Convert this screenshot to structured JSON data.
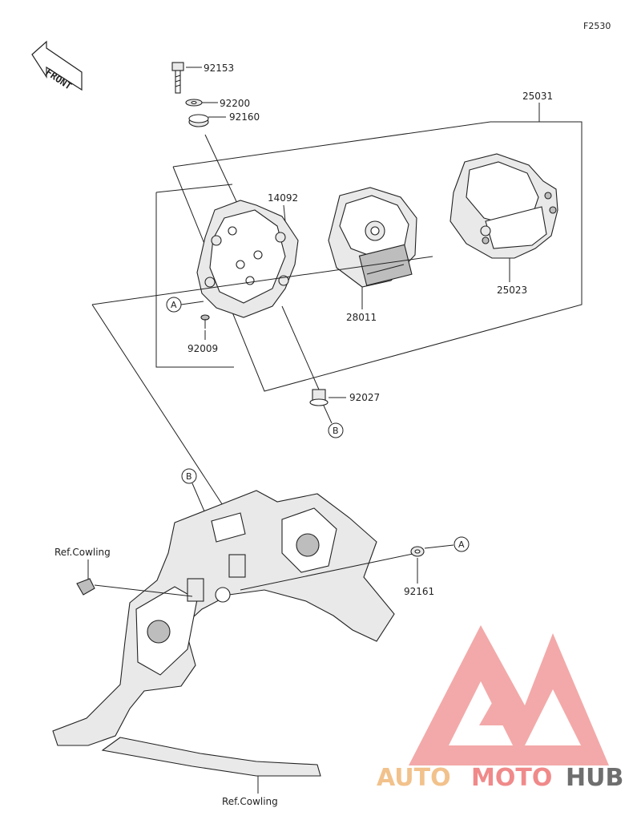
{
  "figure_code": "F2530",
  "front_label": "FRONT",
  "parts": {
    "p92153": "92153",
    "p92200": "92200",
    "p92160": "92160",
    "p25031": "25031",
    "p14092": "14092",
    "p28011": "28011",
    "p25023": "25023",
    "p92009": "92009",
    "p92027": "92027",
    "p92161": "92161"
  },
  "refs": {
    "a": "A",
    "b": "B"
  },
  "ref_cowling": "Ref.Cowling",
  "watermark": {
    "auto": "AUTO",
    "moto": "MOTO",
    "hub": "HUB"
  }
}
